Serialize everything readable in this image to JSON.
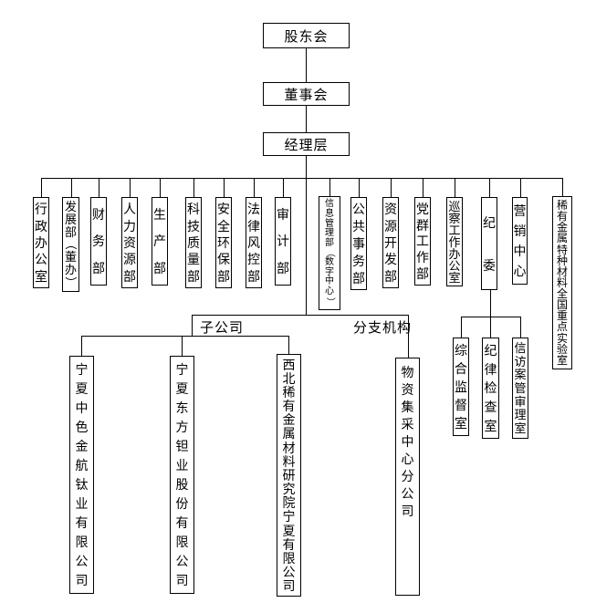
{
  "colors": {
    "line": "#000000",
    "border": "#000000",
    "background": "#ffffff",
    "text": "#000000"
  },
  "top_chain": [
    "股东会",
    "董事会",
    "经理层"
  ],
  "departments": [
    "行政办公室",
    "发展部（董办）",
    "财务部",
    "人力资源部",
    "生产部",
    "科技质量部",
    "安全环保部",
    "法律风控部",
    "审计部",
    "信息管理部（数字中心）",
    "公共事务部",
    "资源开发部",
    "党群工作部",
    "巡察工作办公室",
    "纪委",
    "营销中心",
    "稀有金属特种材料全国重点实验室"
  ],
  "discipline_committee_children": [
    "综合监督室",
    "纪律检查室",
    "信访案管审理室"
  ],
  "group_labels": {
    "subsidiaries": "子公司",
    "branches": "分支机构"
  },
  "subsidiaries": [
    "宁夏中色金航钛业有限公司",
    "宁夏东方钽业股份有限公司",
    "西北稀有金属材料研究院宁夏有限公司"
  ],
  "branches": [
    "物资集采中心分公司"
  ]
}
